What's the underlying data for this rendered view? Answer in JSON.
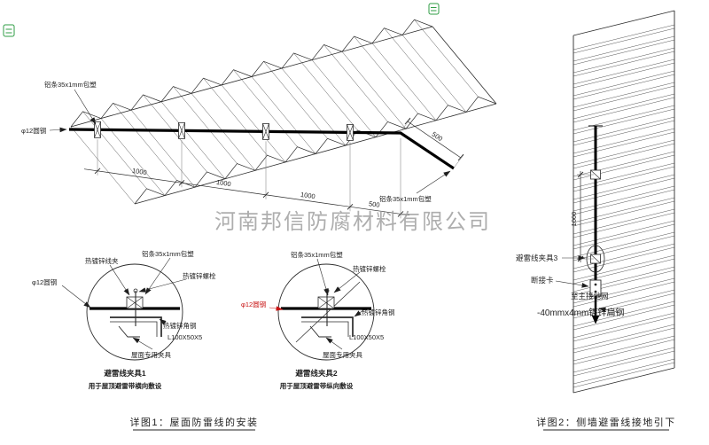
{
  "watermark": "河南邦信防腐材料有限公司",
  "roof": {
    "label_strip_top": "铝条35x1mm包塑",
    "label_round_steel": "φ12圆钢",
    "label_strip_right": "铝条35x1mm包塑",
    "dim_segments": [
      "1000",
      "1000",
      "1000",
      "500"
    ],
    "dim_side": "500"
  },
  "clamp1": {
    "label_wire_clip": "热镀锌线夹",
    "label_strip": "铝条35x1mm包塑",
    "label_bolt": "热镀锌螺栓",
    "label_round_steel": "φ12圆钢",
    "label_angle": "热镀锌角钢",
    "label_angle_spec": "L100X50X5",
    "label_roof_clamp": "屋面专用夹具",
    "title": "避雷线夹具1",
    "subtitle": "用于屋顶避雷带横向敷设"
  },
  "clamp2": {
    "label_strip": "铝条35x1mm包塑",
    "label_bolt": "热镀锌螺栓",
    "label_round_steel": "φ12圆钢",
    "label_angle": "热镀锌角钢",
    "label_angle_spec": "L100X50X5",
    "label_roof_clamp": "屋面专用夹具",
    "title": "避雷线夹具2",
    "subtitle": "用于屋顶避雷带纵向敷设"
  },
  "wall": {
    "dim_vertical": "1000",
    "label_clamp3": "避雷线夹具3",
    "label_disconnect": "断接卡",
    "label_to_ground": "至主接地网",
    "label_flat_steel": "-40mmx4mm镀锌扁钢"
  },
  "captions": {
    "detail1": "详图1：屋面防雷线的安装",
    "detail2": "详图2：侧墙避雷线接地引下"
  },
  "colors": {
    "line": "#2b2b2b",
    "wire": "#000000",
    "red": "#c81414",
    "green": "#2f9e44",
    "watermark": "#9b9b9b"
  }
}
